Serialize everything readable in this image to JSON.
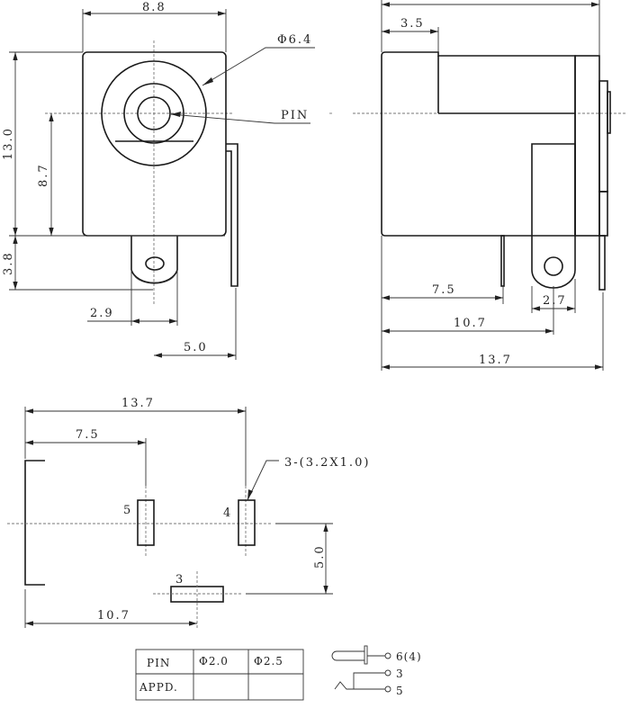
{
  "front_view": {
    "width_dim": "8.8",
    "outer_diameter": "Φ6.4",
    "pin_label": "PIN",
    "height_dim": "13.0",
    "center_height_dim": "8.7",
    "tab_height_dim": "3.8",
    "tab_width_dim": "2.9",
    "pin_offset_dim": "5.0"
  },
  "side_view": {
    "front_section_dim": "3.5",
    "pin_pos_dim": "7.5",
    "tab_width_dim": "2.7",
    "tab_pos_dim": "10.7",
    "overall_length_dim": "13.7"
  },
  "footprint": {
    "overall_dim": "13.7",
    "pad5_dim": "7.5",
    "pad3_dim": "10.7",
    "vertical_dim": "5.0",
    "slot_note": "3-(3.2X1.0)",
    "pad_labels": [
      "5",
      "4",
      "3"
    ]
  },
  "table": {
    "headers": [
      "PIN",
      "Φ2.0",
      "Φ2.5"
    ],
    "row_label": "APPD."
  },
  "schematic": {
    "labels": [
      "6(4)",
      "3",
      "5"
    ]
  }
}
